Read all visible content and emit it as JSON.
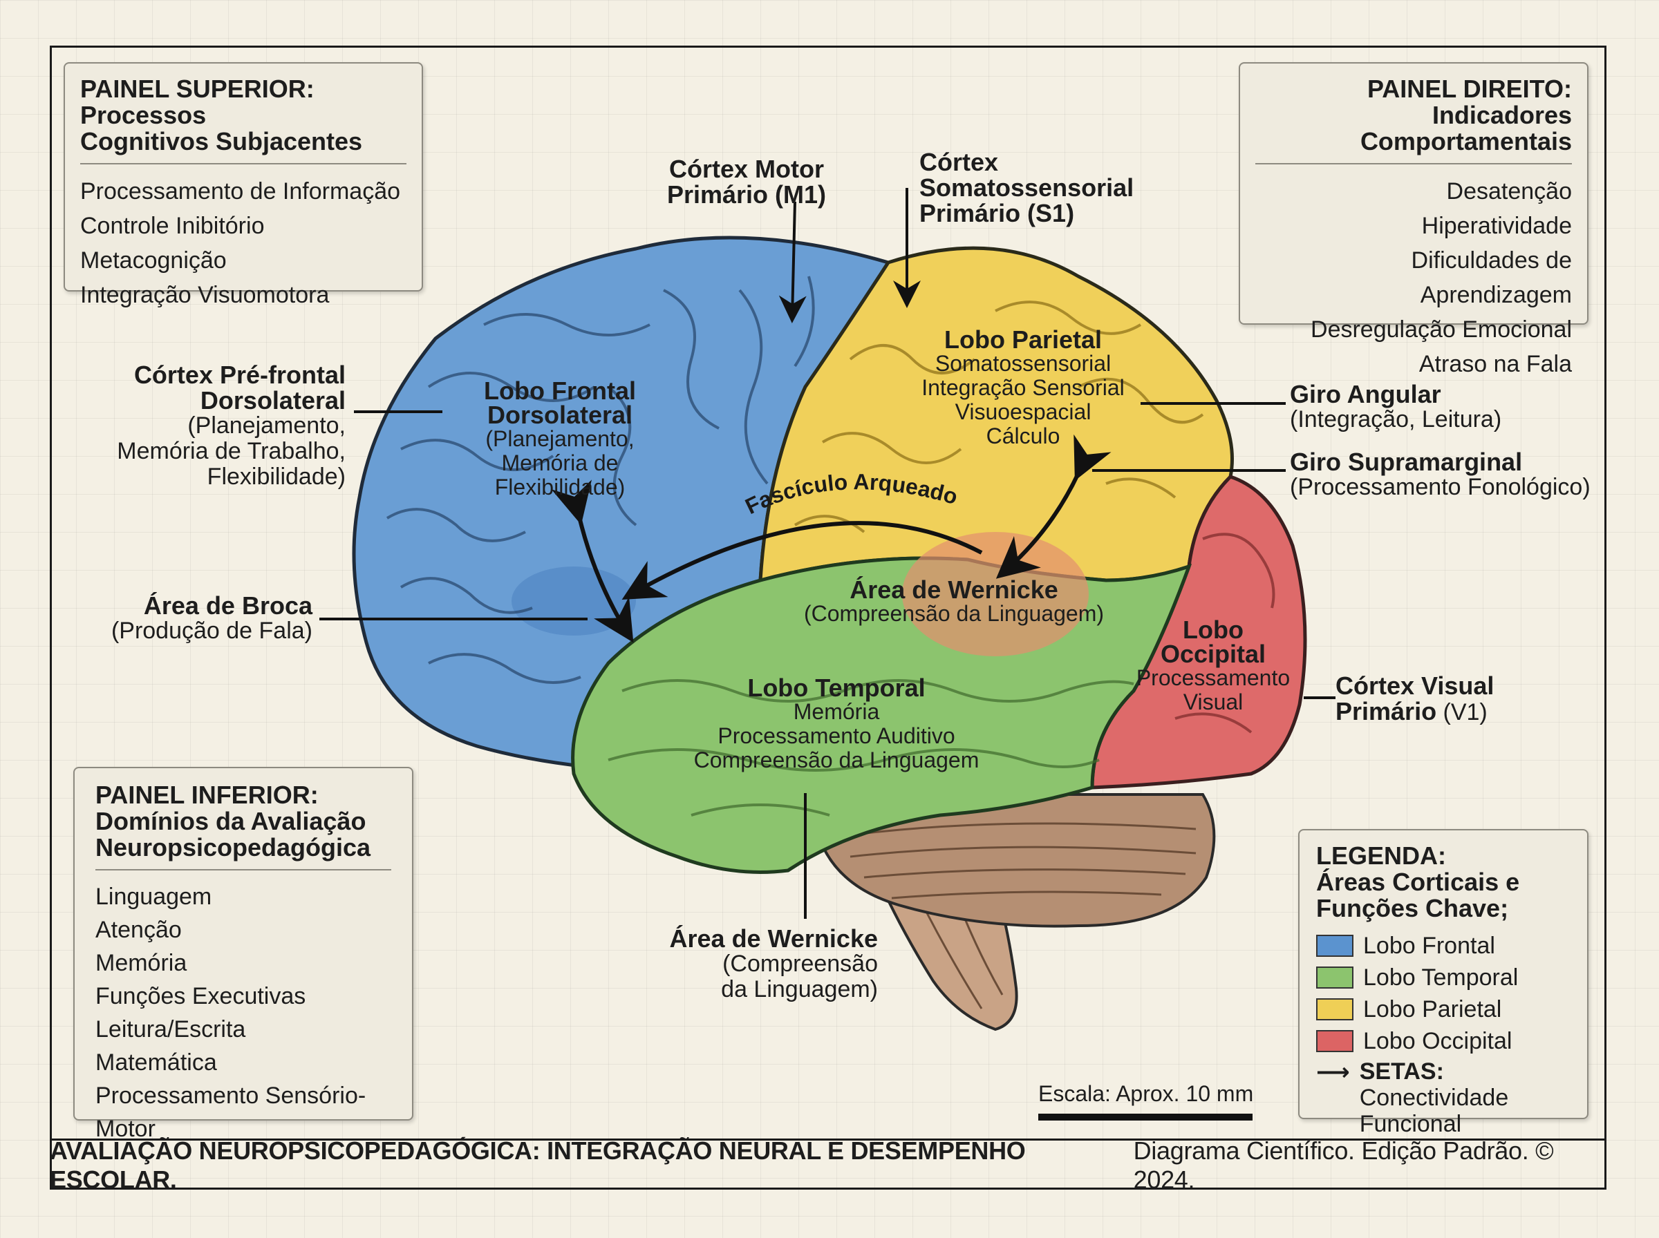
{
  "footer": {
    "bold": "AVALIAÇÃO NEUROPSICOPEDAGÓGICA: INTEGRAÇÃO NEURAL E DESEMPENHO ESCOLAR.",
    "rest": "Diagrama Científico. Edição Padrão. © 2024."
  },
  "panel_top": {
    "title_1": "PAINEL SUPERIOR: Processos",
    "title_2": "Cognitivos Subjacentes",
    "items": [
      "Processamento de Informação",
      "Controle Inibitório",
      "Metacognição",
      "Integração Visuomotora"
    ]
  },
  "panel_right": {
    "title_1": "PAINEL DIREITO:",
    "title_2": "Indicadores Comportamentais",
    "items": [
      "Desatenção",
      "Hiperatividade",
      "Dificuldades de Aprendizagem",
      "Desregulação Emocional",
      "Atraso na Fala"
    ]
  },
  "panel_bottom": {
    "title_1": "PAINEL INFERIOR:",
    "title_2": "Domínios da Avaliação",
    "title_3": "Neuropsicopedagógica",
    "items": [
      "Linguagem",
      "Atenção",
      "Memória",
      "Funções Executivas",
      "Leitura/Escrita",
      "Matemática",
      "Processamento Sensório-Motor"
    ]
  },
  "legend": {
    "title_1": "LEGENDA:",
    "title_2": "Áreas Corticais e",
    "title_3": "Funções Chave;",
    "items": [
      {
        "label": "Lobo Frontal",
        "color": "#5b93cf"
      },
      {
        "label": "Lobo Temporal",
        "color": "#8cc46e"
      },
      {
        "label": "Lobo Parietal",
        "color": "#efcf56"
      },
      {
        "label": "Lobo Occipital",
        "color": "#dc6464"
      }
    ],
    "arrow_bold": "SETAS:",
    "arrow_text_1": "Conectividade",
    "arrow_text_2": "Funcional"
  },
  "scale": "Escala: Aprox. 10 mm",
  "labels": {
    "motor_1": "Córtex Motor",
    "motor_2": "Primário (M1)",
    "somato_1": "Córtex",
    "somato_2": "Somatossensorial",
    "somato_3": "Primário (S1)",
    "prefrontal_1": "Córtex Pré-frontal",
    "prefrontal_2": "Dorsolateral",
    "prefrontal_3": "(Planejamento,",
    "prefrontal_4": "Memória de Trabalho,",
    "prefrontal_5": "Flexibilidade)",
    "broca_1": "Área de Broca",
    "broca_2": "(Produção de Fala)",
    "angular_1": "Giro Angular",
    "angular_2": "(Integração, Leitura)",
    "supra_1": "Giro Supramarginal",
    "supra_2": "(Processamento Fonológico)",
    "visual_1": "Córtex Visual",
    "visual_2": "Primário",
    "visual_3": "(V1)",
    "wernicke_b_1": "Área de Wernicke",
    "wernicke_b_2": "(Compreensão",
    "wernicke_b_3": "da Linguagem)"
  },
  "brain_labels": {
    "frontal_1": "Lobo Frontal",
    "frontal_2": "Dorsolateral",
    "frontal_3": "(Planejamento,",
    "frontal_4": "Memória de",
    "frontal_5": "Flexibilidade)",
    "parietal_1": "Lobo Parietal",
    "parietal_2": "Somatossensorial",
    "parietal_3": "Integração Sensorial",
    "parietal_4": "Visuoespacial",
    "parietal_5": "Cálculo",
    "wernicke_1": "Área de Wernicke",
    "wernicke_2": "(Compreensão da Linguagem)",
    "temporal_1": "Lobo Temporal",
    "temporal_2": "Memória",
    "temporal_3": "Processamento Auditivo",
    "temporal_4": "Compreensão da Linguagem",
    "occipital_1": "Lobo",
    "occipital_2": "Occipital",
    "occipital_3": "Processamento",
    "occipital_4": "Visual",
    "fasciculo": "Fascículo Arqueado"
  }
}
